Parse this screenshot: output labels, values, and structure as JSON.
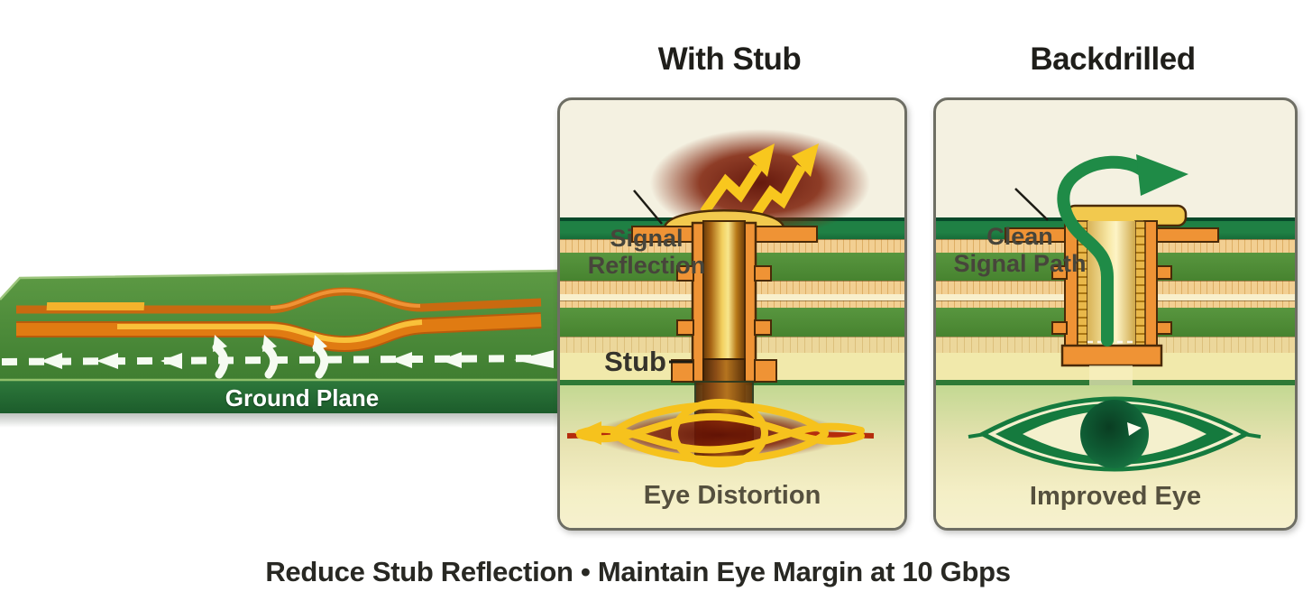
{
  "board": {
    "ground_plane_label": "Ground Plane"
  },
  "panels": {
    "with_stub": {
      "title": "With Stub",
      "signal_reflection_label": "Signal\nReflection",
      "stub_label": "Stub",
      "eye_label": "Eye Distortion"
    },
    "backdrilled": {
      "title": "Backdrilled",
      "clean_signal_label": "Clean\nSignal Path",
      "eye_label": "Improved Eye"
    }
  },
  "caption": "Reduce Stub Reflection • Maintain Eye Margin at 10 Gbps",
  "colors": {
    "board_green_top": "#4f8d3a",
    "board_green_front": "#256e33",
    "layer_dark_green": "#15793f",
    "layer_green": "#4f8d37",
    "layer_tan": "#f2cf92",
    "layer_pale_yellow": "#f1e9ab",
    "panel_ivory": "#f4f1e1",
    "panel_cream_bottom": "#f4efc6",
    "trace_orange": "#e07b12",
    "trace_yellow": "#f9c13a",
    "via_orange": "#ef9335",
    "via_gold": "#f5d25a",
    "reflection_red": "#6e1507",
    "reflection_arrow_yellow": "#f8c71e",
    "clean_signal_green": "#1f8b47",
    "eye_green": "#157a3e",
    "title_text": "#1f1e1a",
    "label_text": "#47453b"
  }
}
